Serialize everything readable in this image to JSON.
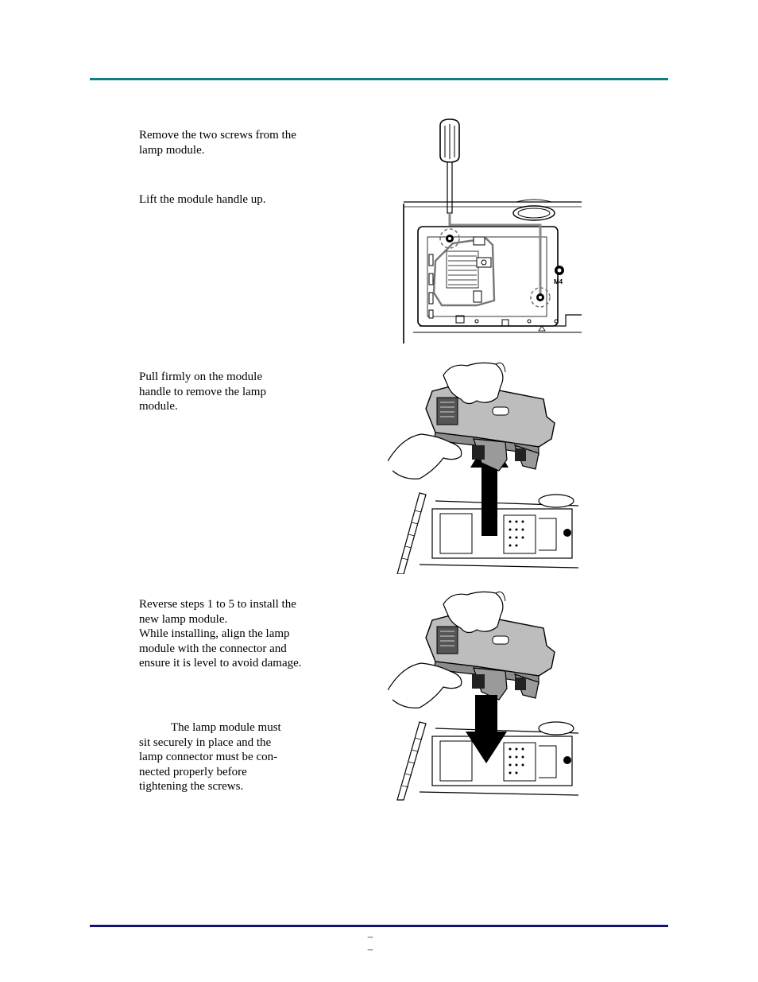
{
  "steps": {
    "step_remove_screws": "Remove the two screws from the lamp module.",
    "step_lift_handle": "Lift the module handle up.",
    "step_pull_module": "Pull firmly on the module handle to remove the lamp module.",
    "step_reverse_line1": "Reverse steps 1 to 5 to install the new lamp module.",
    "step_reverse_line2": "While installing, align the lamp module with the connector and ensure it is level to avoid damage.",
    "note_text": "The lamp module must sit securely in place and the lamp connector must be con-nected properly before tightening the screws."
  },
  "figures": {
    "screw_size_label": "M4"
  },
  "footer": {
    "page_number": "– –"
  },
  "colors": {
    "header_rule": "#0f7f7f",
    "footer_rule": "#14146e"
  }
}
